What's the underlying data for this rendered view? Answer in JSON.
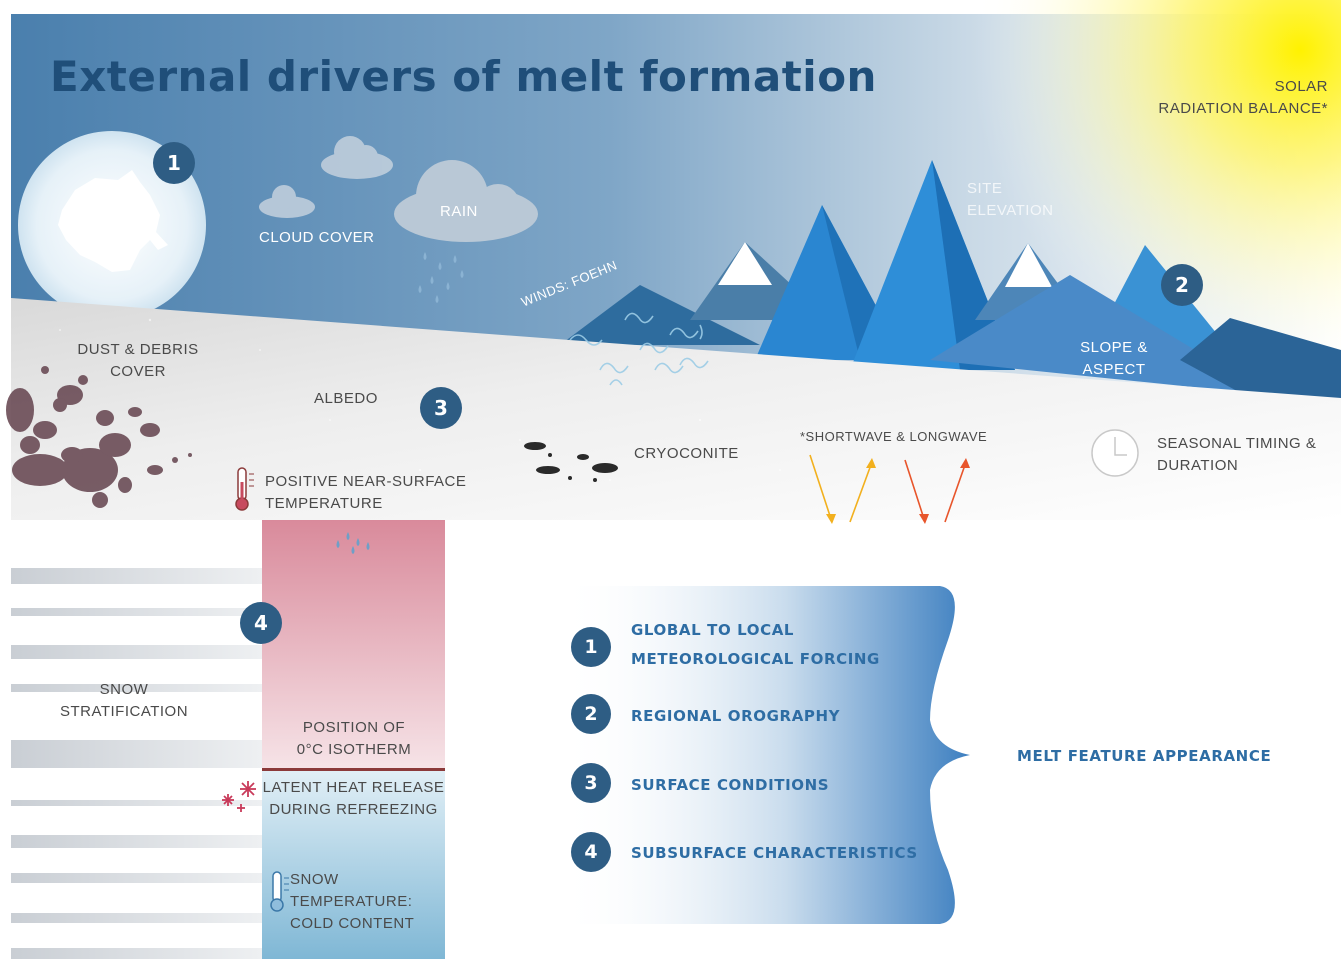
{
  "title": "External drivers of melt formation",
  "labels": {
    "solar_line1": "SOLAR",
    "solar_line2": "RADIATION BALANCE*",
    "cloud_cover": "CLOUD COVER",
    "rain": "RAIN",
    "site_elevation_line1": "SITE",
    "site_elevation_line2": "ELEVATION",
    "winds": "WINDS: FOEHN",
    "slope_line1": "SLOPE &",
    "slope_line2": "ASPECT",
    "dust_line1": "DUST & DEBRIS",
    "dust_line2": "COVER",
    "albedo": "ALBEDO",
    "cryoconite": "CRYOCONITE",
    "shortwave": "*SHORTWAVE & LONGWAVE",
    "seasonal_line1": "SEASONAL TIMING &",
    "seasonal_line2": "DURATION",
    "positive_temp_line1": "POSITIVE NEAR-SURFACE",
    "positive_temp_line2": "TEMPERATURE",
    "snow_strat_line1": "SNOW",
    "snow_strat_line2": "STRATIFICATION",
    "isotherm_line1": "POSITION OF",
    "isotherm_line2": "0°C ISOTHERM",
    "latent_line1": "LATENT HEAT RELEASE",
    "latent_line2": "DURING REFREEZING",
    "snow_temp_line1": "SNOW",
    "snow_temp_line2": "TEMPERATURE:",
    "snow_temp_line3": "COLD CONTENT"
  },
  "badges": {
    "b1": "1",
    "b2": "2",
    "b3": "3",
    "b4": "4"
  },
  "legend": {
    "items": [
      {
        "num": "1",
        "line1": "GLOBAL TO LOCAL",
        "line2": "METEOROLOGICAL FORCING"
      },
      {
        "num": "2",
        "line1": "REGIONAL OROGRAPHY"
      },
      {
        "num": "3",
        "line1": "SURFACE CONDITIONS"
      },
      {
        "num": "4",
        "line1": "SUBSURFACE CHARACTERISTICS"
      }
    ],
    "result": "MELT FEATURE APPEARANCE"
  },
  "colors": {
    "title": "#1f4e79",
    "badge": "#2e5d84",
    "legend_text": "#2e6da4",
    "sky_top": "#4f86b3",
    "sun": "#fff200",
    "warm_layer": "#d98a9b",
    "cold_layer": "#8fc3dc",
    "isotherm_line": "#8b3a3a"
  },
  "icons": {
    "antarctica": "antarctica-icon",
    "thermometer": "thermometer-icon",
    "clock": "clock-icon",
    "snowflake": "snowflake-icon"
  }
}
